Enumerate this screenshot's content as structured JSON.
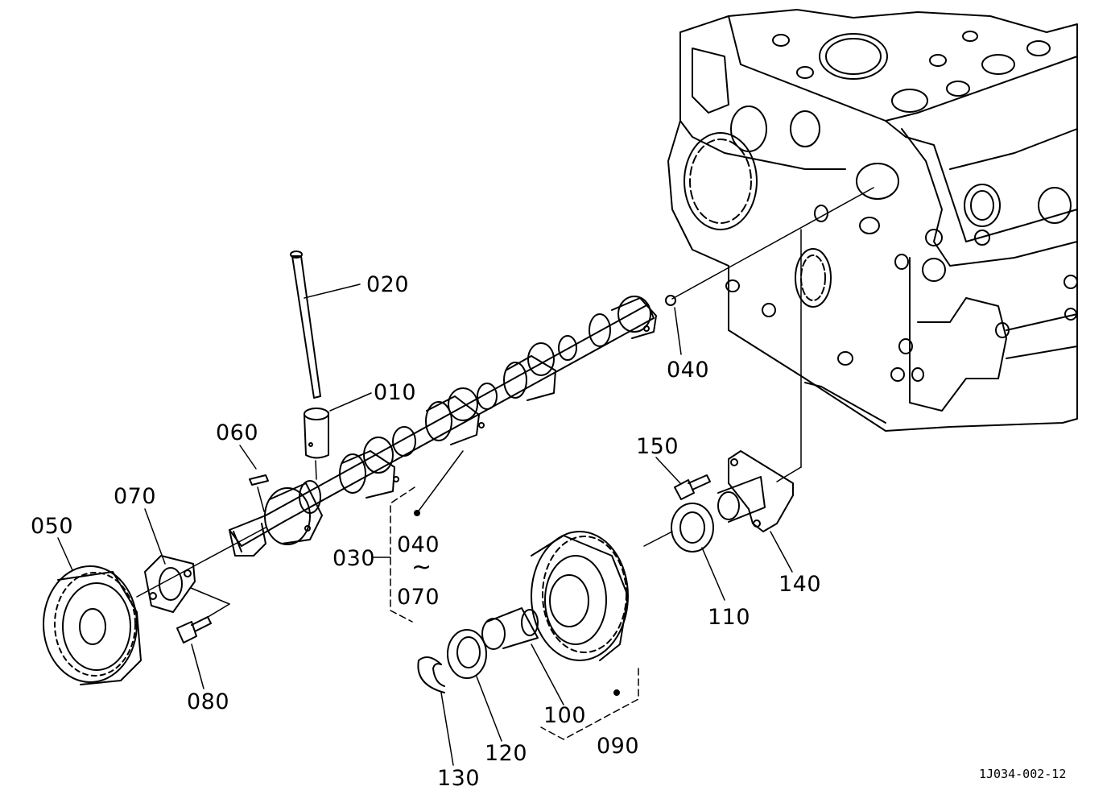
{
  "callouts": {
    "c010": "010",
    "c020": "020",
    "c030": "030",
    "c040": "040",
    "c050": "050",
    "c060": "060",
    "c070": "070",
    "c080": "080",
    "c090": "090",
    "c100": "100",
    "c110": "110",
    "c120": "120",
    "c130": "130",
    "c140": "140",
    "c150": "150"
  },
  "range_group": {
    "from": "040",
    "sep": "~",
    "to": "070"
  },
  "document_id": "1J034-002-12",
  "colors": {
    "ink": "#000000",
    "paper": "#ffffff"
  }
}
